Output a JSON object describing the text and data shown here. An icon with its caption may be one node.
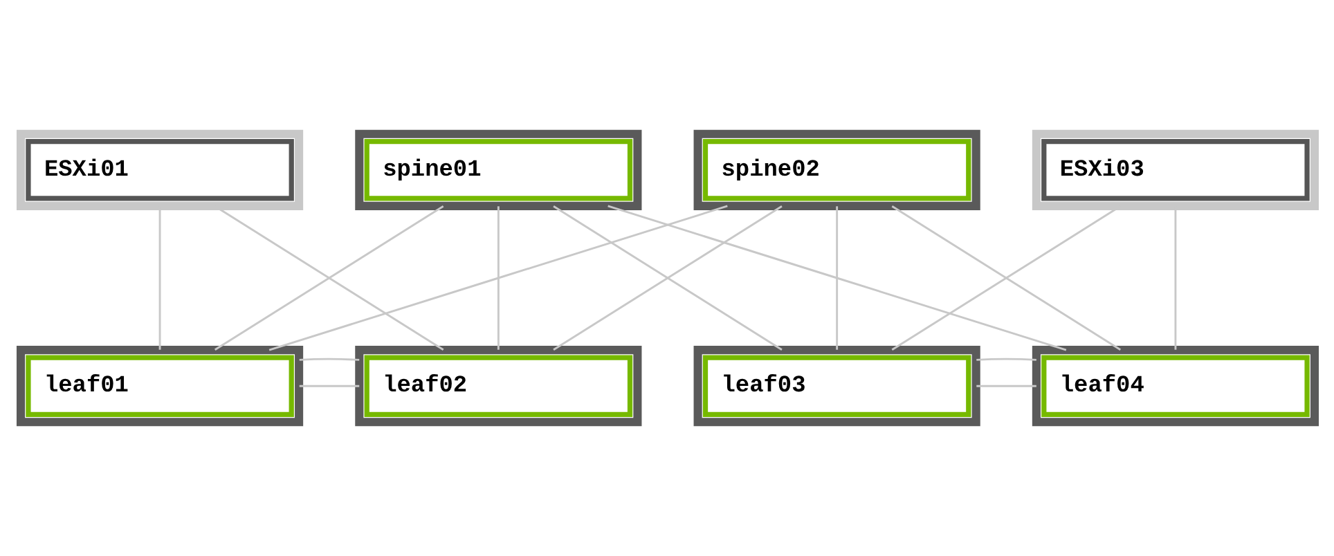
{
  "diagram": {
    "nodes": [
      {
        "text": [
          "spine01"
        ]
      },
      {
        "text": [
          "spine02"
        ]
      },
      {
        "text": [
          "leaf01"
        ]
      },
      {
        "text": [
          "leaf02"
        ]
      },
      {
        "text": [
          "leaf03"
        ]
      },
      {
        "text": [
          "leaf04"
        ]
      },
      {
        "text": [
          "ESXi01"
        ]
      },
      {
        "text": [
          "ESXi03"
        ]
      }
    ],
    "edges": [
      {
        "from": 0,
        "to": 2,
        "arrow": "none"
      },
      {
        "from": 0,
        "to": 3,
        "arrow": "none"
      },
      {
        "from": 0,
        "to": 4,
        "arrow": "none"
      },
      {
        "from": 0,
        "to": 5,
        "arrow": "none"
      },
      {
        "from": 1,
        "to": 2,
        "arrow": "none"
      },
      {
        "from": 1,
        "to": 3,
        "arrow": "none"
      },
      {
        "from": 1,
        "to": 4,
        "arrow": "none"
      },
      {
        "from": 1,
        "to": 5,
        "arrow": "none"
      },
      {
        "from": 2,
        "to": 3,
        "arrow": "none"
      },
      {
        "from": 2,
        "to": 3,
        "arrow": "none"
      },
      {
        "from": 4,
        "to": 5,
        "arrow": "none"
      },
      {
        "from": 4,
        "to": 5,
        "arrow": "none"
      },
      {
        "from": 6,
        "to": 2,
        "arrow": "none"
      },
      {
        "from": 6,
        "to": 3,
        "arrow": "none"
      },
      {
        "from": 7,
        "to": 4,
        "arrow": "none"
      },
      {
        "from": 7,
        "to": 5,
        "arrow": "none"
      }
    ]
  }
}
